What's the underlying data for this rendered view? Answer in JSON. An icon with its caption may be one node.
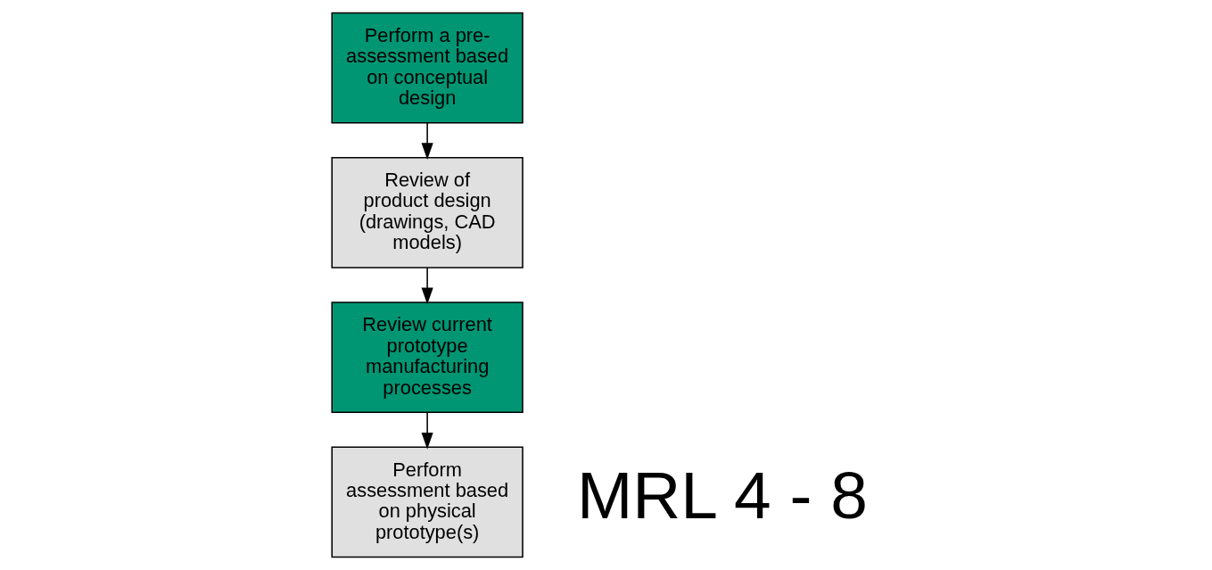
{
  "diagram": {
    "nodes": [
      {
        "text": [
          "Perform a pre-assessment based on conceptual design"
        ]
      },
      {
        "text": [
          "Review of product design (drawings, CAD models)"
        ]
      },
      {
        "text": [
          "Review current prototype manufacturing processes"
        ]
      },
      {
        "text": [
          "Perform assessment based on physical prototype(s)"
        ]
      }
    ],
    "edges": [
      {
        "from": 0,
        "to": 1,
        "arrow": "to"
      },
      {
        "from": 1,
        "to": 2,
        "arrow": "to"
      },
      {
        "from": 2,
        "to": 3,
        "arrow": "to"
      }
    ],
    "labels": [
      "MRL 4 - 8"
    ]
  }
}
